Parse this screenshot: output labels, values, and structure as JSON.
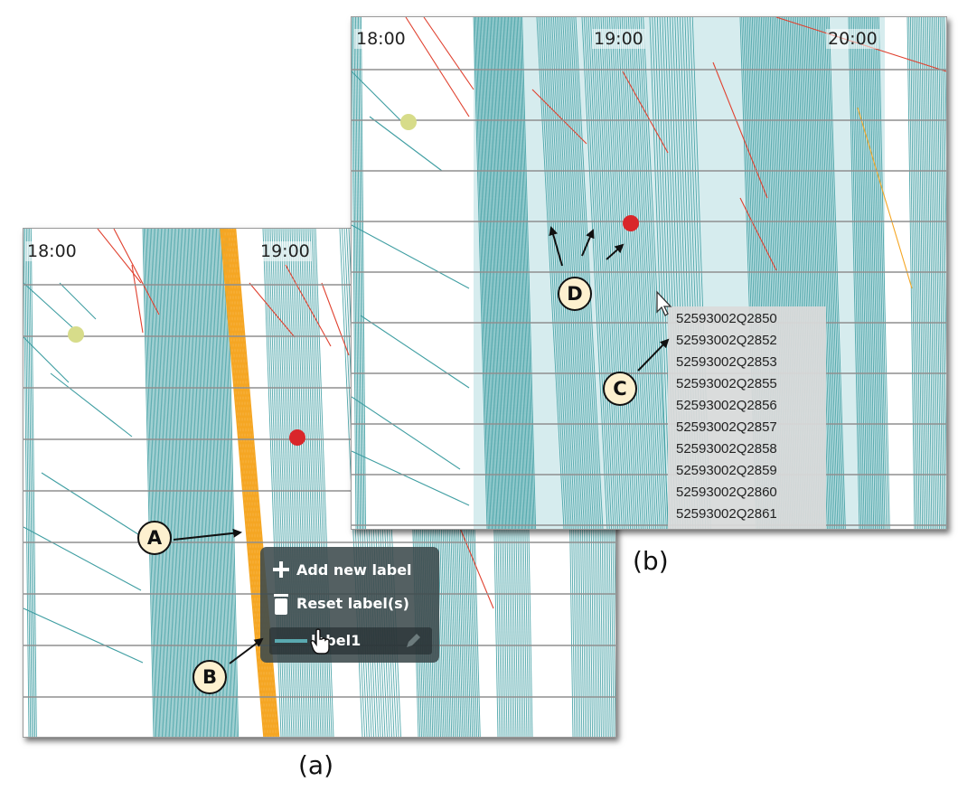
{
  "panel_a": {
    "time_labels": [
      "18:00",
      "19:00"
    ],
    "menu": {
      "add_label": "Add new label",
      "reset_label": "Reset label(s)",
      "label_item": "label1"
    }
  },
  "panel_b": {
    "time_labels": [
      "18:00",
      "19:00",
      "20:00"
    ],
    "tooltip_ids": [
      "52593002Q2850",
      "52593002Q2852",
      "52593002Q2853",
      "52593002Q2855",
      "52593002Q2856",
      "52593002Q2857",
      "52593002Q2858",
      "52593002Q2859",
      "52593002Q2860",
      "52593002Q2861"
    ]
  },
  "callouts": {
    "a": "A",
    "b": "B",
    "c": "C",
    "d": "D"
  },
  "subfigure_labels": {
    "a": "(a)",
    "b": "(b)"
  },
  "colors": {
    "teal": "#3f9ea2",
    "highlight": "#f5a623",
    "red_line": "#e0412f",
    "red_dot": "#d9262a",
    "yellow_dot": "#d7dc8a",
    "band": "#d6ecee",
    "station_line": "#8f8f8f"
  },
  "icons": [
    "plus-icon",
    "trash-icon",
    "pencil-icon",
    "hand-cursor-icon",
    "arrow-cursor-icon"
  ]
}
